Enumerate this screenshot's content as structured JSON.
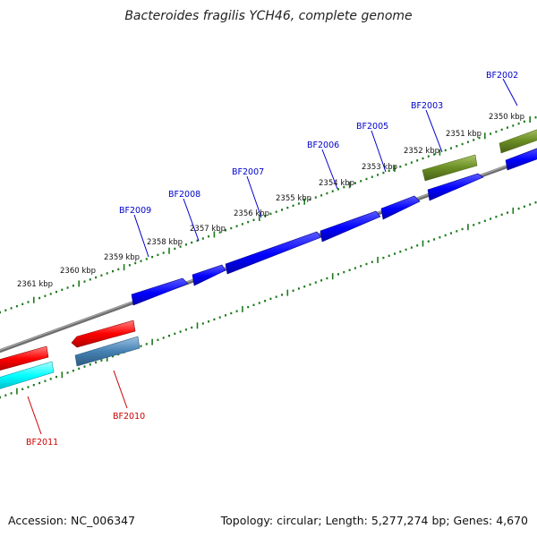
{
  "map": {
    "title": "Bacteroides fragilis YCH46, complete genome",
    "accession": "Accession: NC_006347",
    "summary": "Topology: circular; Length: 5,277,274 bp; Genes: 4,670",
    "kbp_labels": [
      "2350 kbp",
      "2351 kbp",
      "2352 kbp",
      "2353 kbp",
      "2354 kbp",
      "2355 kbp",
      "2356 kbp",
      "2357 kbp",
      "2358 kbp",
      "2359 kbp",
      "2360 kbp",
      "2361 kbp"
    ],
    "genes": [
      {
        "name": "BF2002",
        "strand": "forward",
        "color": "#6b8e23"
      },
      {
        "name": "BF2003",
        "strand": "forward",
        "color": "#0000ff"
      },
      {
        "name": "BF2005",
        "strand": "forward",
        "color": "#0000ff"
      },
      {
        "name": "BF2006",
        "strand": "forward",
        "color": "#0000ff"
      },
      {
        "name": "BF2007",
        "strand": "forward",
        "color": "#0000ff"
      },
      {
        "name": "BF2008",
        "strand": "forward",
        "color": "#0000ff"
      },
      {
        "name": "BF2009",
        "strand": "forward",
        "color": "#0000ff"
      },
      {
        "name": "BF2010",
        "strand": "reverse",
        "color": "#ff0000"
      },
      {
        "name": "BF2011",
        "strand": "reverse",
        "color": "#ff0000"
      }
    ],
    "colors": {
      "forward_label": "#0000cc",
      "reverse_label": "#cc0000",
      "backbone": "#808080",
      "ticks": "#1a7a1a",
      "olive": "#6b8e23",
      "blue": "#0000ff",
      "red": "#ff0000",
      "steelblue": "#4682b4",
      "cyan": "#00ffff"
    }
  }
}
